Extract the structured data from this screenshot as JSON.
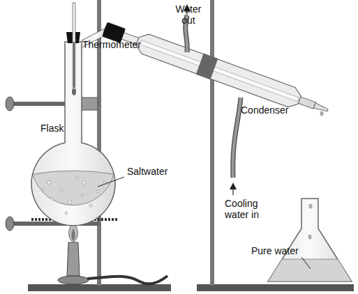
{
  "diagram": {
    "labels": [
      "Thermometer",
      "Water out",
      "Flask",
      "Saltwater",
      "Condenser",
      "Cooling water in",
      "Pure water"
    ]
  }
}
